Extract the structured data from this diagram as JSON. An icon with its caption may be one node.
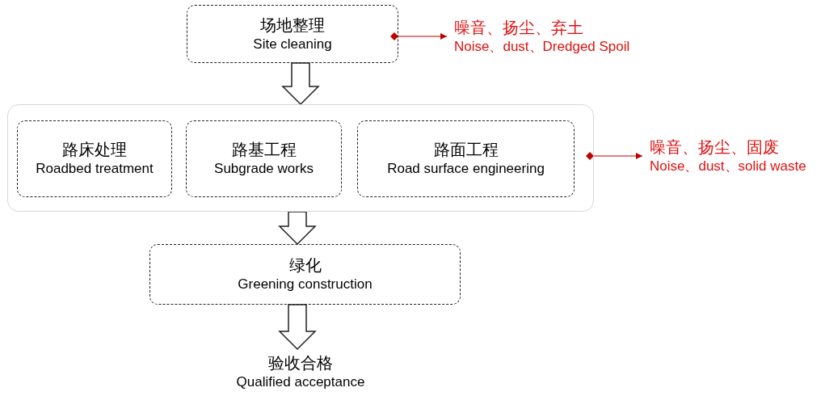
{
  "diagram": {
    "nodes": [
      {
        "text": [
          "场地整理",
          "Site cleaning"
        ]
      },
      {
        "text": [],
        "shape": "box"
      },
      {
        "text": [
          "路床处理",
          "Roadbed treatment"
        ],
        "in": 1
      },
      {
        "text": [
          "路基工程",
          "Subgrade works"
        ],
        "in": 1
      },
      {
        "text": [
          "路面工程",
          "Road surface engineering"
        ],
        "in": 1
      },
      {
        "text": [
          "绿化",
          "Greening construction"
        ]
      },
      {
        "text": [
          "验收合格",
          "Qualified acceptance"
        ]
      },
      {
        "text": [
          "噪音、扬尘、弃土",
          "Noise、dust、Dredged Spoil"
        ]
      },
      {
        "text": [
          "噪音、扬尘、固废",
          "Noise、dust、solid waste"
        ]
      }
    ],
    "edges": [
      {
        "from": 0,
        "to": 1,
        "arrow": "to"
      },
      {
        "from": 1,
        "to": 5,
        "arrow": "to"
      },
      {
        "from": 5,
        "to": 6,
        "arrow": "to"
      },
      {
        "from": 0,
        "to": 7,
        "arrow": "to",
        "color": "#c00000"
      },
      {
        "from": 1,
        "to": 8,
        "arrow": "to",
        "color": "#c00000"
      }
    ]
  }
}
